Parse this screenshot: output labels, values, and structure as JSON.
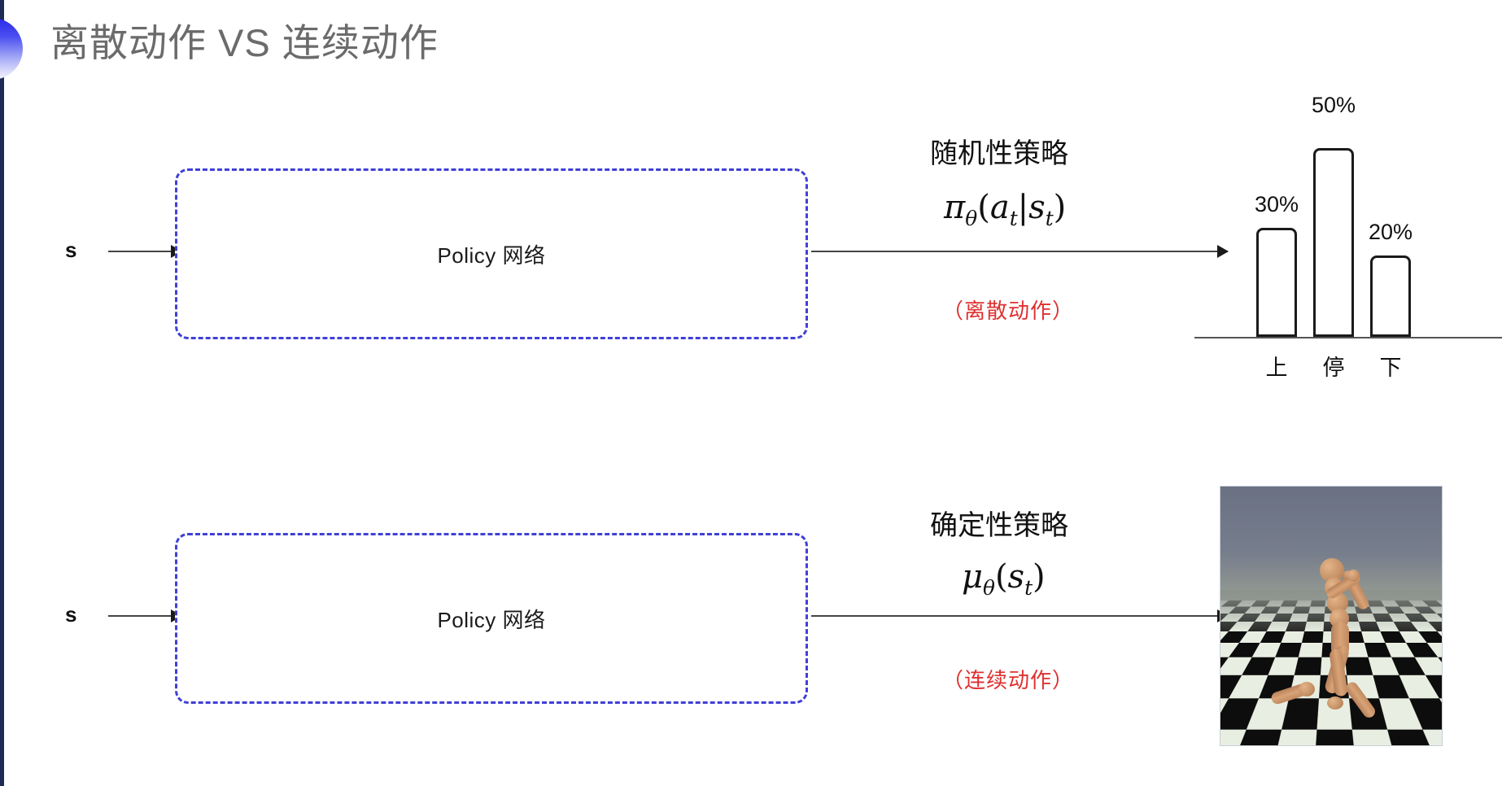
{
  "slide": {
    "title": "离散动作 VS 连续动作",
    "accent_color": "#2a2ae8",
    "edge_strip_color": "#1f2a56"
  },
  "rows": [
    {
      "id": "discrete",
      "state_label": "s",
      "policy_box_label": "Policy 网络",
      "annotation_title": "随机性策略",
      "formula": "πθ(at|st)",
      "formula_parts": {
        "fn": "π",
        "fn_sub": "θ",
        "open": "(",
        "arg1": "a",
        "arg1_sub": "t",
        "bar": "|",
        "arg2": "s",
        "arg2_sub": "t",
        "close": ")"
      },
      "note": "（离散动作）",
      "note_color": "#e03030"
    },
    {
      "id": "continuous",
      "state_label": "s",
      "policy_box_label": "Policy 网络",
      "annotation_title": "确定性策略",
      "formula": "μθ(st)",
      "formula_parts": {
        "fn": "μ",
        "fn_sub": "θ",
        "open": "(",
        "arg1": "s",
        "arg1_sub": "t",
        "close": ")"
      },
      "note": "（连续动作）",
      "note_color": "#e03030"
    }
  ],
  "chart_data": {
    "type": "bar",
    "title": "",
    "categories": [
      "上",
      "停",
      "下"
    ],
    "values": [
      30,
      50,
      20
    ],
    "value_labels": [
      "30%",
      "50%",
      "20%"
    ],
    "xlabel": "",
    "ylabel": "",
    "ylim": [
      0,
      60
    ],
    "grid": false,
    "legend": null,
    "bar_style": {
      "fill": "#ffffff",
      "stroke": "#1a1a1a",
      "rounded_top": true
    }
  },
  "simulation": {
    "name": "humanoid-mujoco-render",
    "caption": "",
    "sky_color": "#6d7687",
    "floor_colors": [
      "#e8efe2",
      "#0d0d0d"
    ],
    "body_color": "#c08a60"
  }
}
